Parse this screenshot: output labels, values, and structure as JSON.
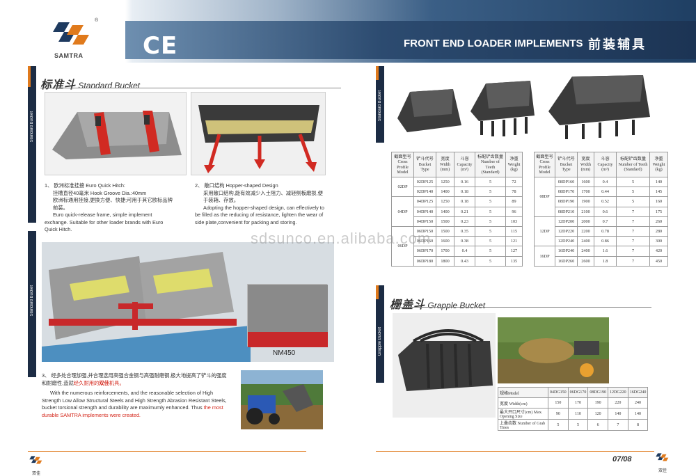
{
  "brand": {
    "name": "SAMTRA",
    "registered": "®"
  },
  "header": {
    "ce_mark": "CE",
    "title_en": "FRONT END LOADER IMPLEMENTS",
    "title_cn": "前装辅具"
  },
  "standard": {
    "heading_cn": "标准斗",
    "heading_en": "Standard Bucket",
    "side_label": "Standard Bucket",
    "point1": {
      "num_cn": "1、 欧洲标准挂接 Euro Quick Hitch:",
      "line2": "挂槽直径40毫米 Hook Groove Dia.:40mm",
      "line3": "欧洲标通用挂接,更换方便、快捷;可用于其它欧标品牌前装。",
      "en": "Euro quick-release frame, simple implement exchange. Suitable for other loader brands with Euro Quick Hitch."
    },
    "point2": {
      "num_cn": "2、 敞口结构 Hopper-shaped Design",
      "line2": "采用敞口结构,能有效减少入土阻力、减轻侧板磨损,便于装箱、存放。",
      "en": "Adopting the hopper-shaped design, can effectively to be filled as the reducing of resistance, lighten the wear of side plate,convenient for packing and storing."
    },
    "nm_label": "NM450",
    "point3": {
      "cn_a": "3、 经多处合理加强,并合理选用高强合金钢与高强耐磨钢,极大地提高了铲斗的强度和耐磨性,造就",
      "cn_b": "经久耐用的",
      "cn_brand": "双佳",
      "cn_c": "机具。",
      "en": "With the numerous reinforcements, and the reasonable selection of High Strength Low Allow Structural Steels and High Strength Abrasion Resistant Steels, bucket torsional strength and durability are maximumly enhanced. Thus",
      "en_red": "the most durable SAMTRA implements were created."
    }
  },
  "table_headers": [
    "截面型号 Cross Profile Model",
    "铲斗代号 Bucket Type",
    "宽度 Width (mm)",
    "斗容 Capacity (m³)",
    "标配铲齿数量 Number of Teeth (Standard)",
    "净重 Weight (kg)"
  ],
  "table_left": [
    {
      "group": "02DP",
      "rows": [
        [
          "02DP125",
          "1250",
          "0.16",
          "5",
          "72"
        ],
        [
          "02DP140",
          "1400",
          "0.18",
          "5",
          "78"
        ]
      ]
    },
    {
      "group": "04DP",
      "rows": [
        [
          "04DP125",
          "1250",
          "0.18",
          "5",
          "89"
        ],
        [
          "04DP140",
          "1400",
          "0.21",
          "5",
          "96"
        ],
        [
          "04DP150",
          "1500",
          "0.23",
          "5",
          "103"
        ]
      ]
    },
    {
      "group": "06DP",
      "rows": [
        [
          "06DP150",
          "1500",
          "0.35",
          "5",
          "115"
        ],
        [
          "06DP160",
          "1600",
          "0.38",
          "5",
          "121"
        ],
        [
          "06DP170",
          "1700",
          "0.4",
          "5",
          "127"
        ],
        [
          "06DP180",
          "1800",
          "0.43",
          "5",
          "135"
        ]
      ]
    }
  ],
  "table_right": [
    {
      "group": "08DP",
      "rows": [
        [
          "08DP160",
          "1600",
          "0.4",
          "5",
          "140"
        ],
        [
          "08DP170",
          "1700",
          "0.44",
          "5",
          "145"
        ],
        [
          "08DP190",
          "1900",
          "0.52",
          "5",
          "160"
        ],
        [
          "08DP210",
          "2100",
          "0.6",
          "7",
          "175"
        ]
      ]
    },
    {
      "group": "12DP",
      "rows": [
        [
          "12DP200",
          "2000",
          "0.7",
          "7",
          "260"
        ],
        [
          "12DP220",
          "2200",
          "0.78",
          "7",
          "280"
        ],
        [
          "12DP240",
          "2400",
          "0.86",
          "7",
          "300"
        ]
      ]
    },
    {
      "group": "16DP",
      "rows": [
        [
          "16DP240",
          "2400",
          "1.6",
          "7",
          "420"
        ],
        [
          "16DP260",
          "2600",
          "1.8",
          "7",
          "450"
        ]
      ]
    }
  ],
  "grapple": {
    "heading_cn": "栅盖斗",
    "heading_en": "Grapple Bucket",
    "side_label": "Grapple Bucket",
    "col_header": "规格Model",
    "models": [
      "04DG150",
      "06DG170",
      "08DG190",
      "12DG220",
      "16DG240"
    ],
    "rows": [
      {
        "label": "宽度 Width(cm)",
        "values": [
          "150",
          "170",
          "190",
          "220",
          "240"
        ]
      },
      {
        "label": "最大开口尺寸(cm) Max. Opening Size",
        "values": [
          "90",
          "110",
          "120",
          "140",
          "140"
        ]
      },
      {
        "label": "上叠齿数 Number of Grab Tines",
        "values": [
          "5",
          "5",
          "6",
          "7",
          "8"
        ]
      }
    ]
  },
  "footer": {
    "page": "07/08",
    "brand_cn": "双佳",
    "watermark": "sdsunco.en.alibaba.com"
  }
}
